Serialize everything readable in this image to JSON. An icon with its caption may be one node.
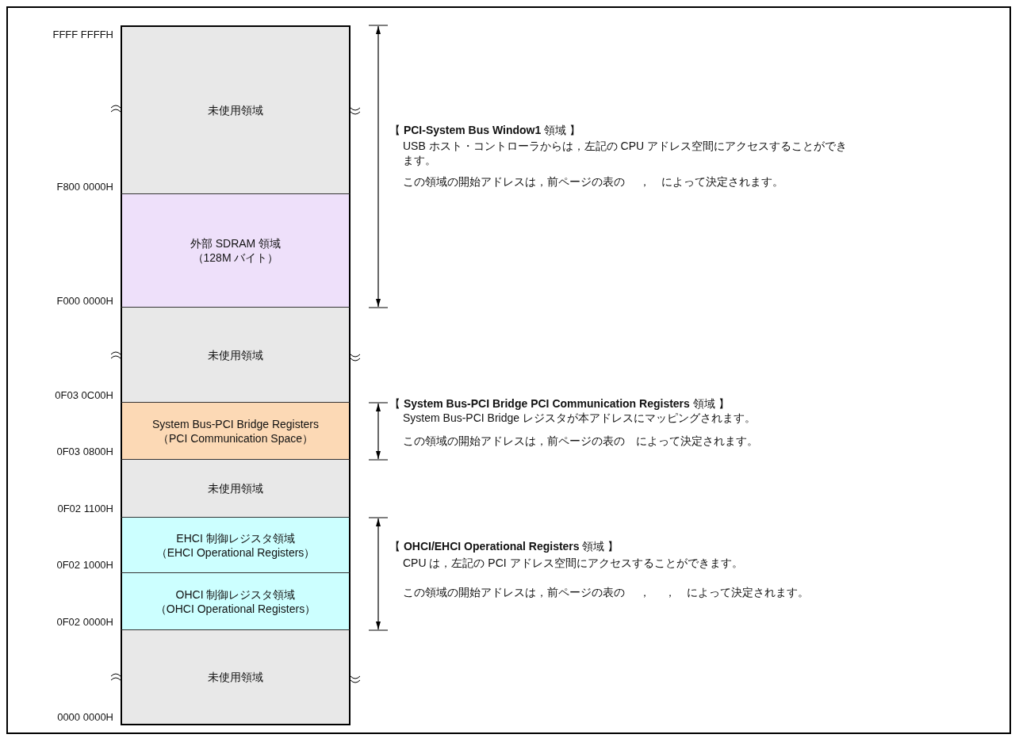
{
  "diagram": {
    "nodes": [
      {
        "text": [
          "未使用領域"
        ]
      },
      {
        "text": [
          "外部 SDRAM 領域",
          "（128M バイト）"
        ]
      },
      {
        "text": [
          "未使用領域"
        ]
      },
      {
        "text": [
          "System Bus-PCI Bridge Registers",
          "（PCI Communication Space）"
        ]
      },
      {
        "text": [
          "未使用領域"
        ]
      },
      {
        "text": [
          "EHCI 制御レジスタ領域",
          "（EHCI Operational Registers）"
        ]
      },
      {
        "text": [
          "OHCI 制御レジスタ領域",
          "（OHCI Operational Registers）"
        ]
      },
      {
        "text": [
          "未使用領域"
        ]
      }
    ],
    "edges": [],
    "labels": [
      "FFFF FFFFH",
      "F800 0000H",
      "F000 0000H",
      "0F03 0C00H",
      "0F03 0800H",
      "0F02 1100H",
      "0F02 1000H",
      "0F02 0000H",
      "0000 0000H",
      "【 **PCI-System Bus Window1** 領域 】",
      "USB ホスト・コントローラからは，左記の CPU アドレス空間にアクセスすることができます。",
      "この領域の開始アドレスは，前ページの表の　 ，　によって決定されます。",
      "【 **System Bus-PCI Bridge PCI Communication Registers** 領域 】",
      "System Bus-PCI Bridge レジスタが本アドレスにマッピングされます。",
      "この領域の開始アドレスは，前ページの表の　によって決定されます。",
      "【 **OHCI/EHCI Operational Registers** 領域 】",
      "CPU は，左記の PCI アドレス空間にアクセスすることができます。",
      "この領域の開始アドレスは，前ページの表の　 ，　 ，　によって決定されます。"
    ]
  }
}
